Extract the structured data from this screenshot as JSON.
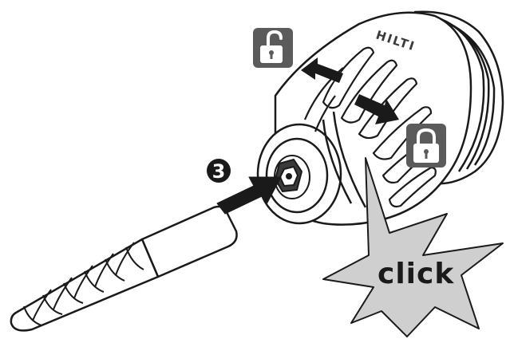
{
  "diagram": {
    "step_number": "3",
    "click_label": "click",
    "brand_text": "HILTI",
    "icons": {
      "unlock": "padlock-open-icon",
      "lock": "padlock-closed-icon"
    },
    "colors": {
      "outline": "#1a1a1a",
      "icon_bg": "#5b5b5b",
      "burst_fill": "#cfcfcf",
      "arrow": "#1a1a1a"
    }
  }
}
